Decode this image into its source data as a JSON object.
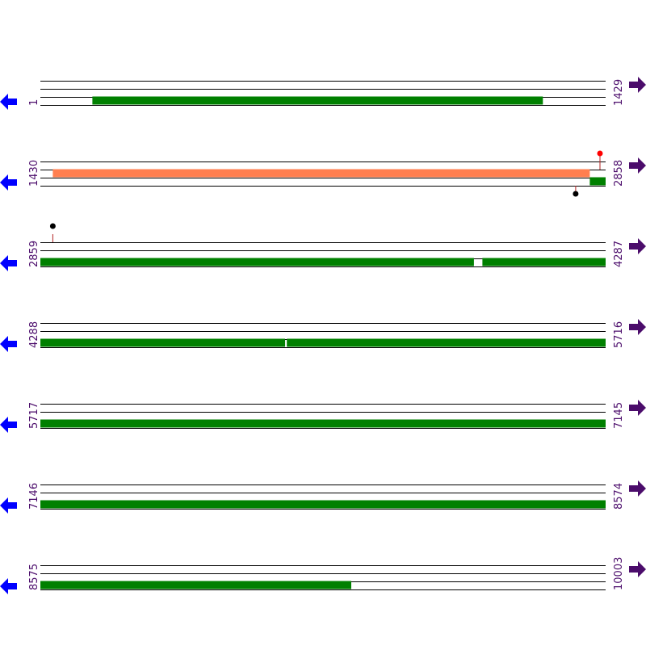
{
  "colors": {
    "track_line": "#000000",
    "feature_green": "#008000",
    "feature_orange": "#ff7f50",
    "arrow_left": "#0000ff",
    "arrow_right": "#4b0c6b",
    "label": "#4b0c6b",
    "lollipop_top": "#ff0000",
    "lollipop_bottom": "#000000",
    "lollipop_stem": "#b22222"
  },
  "rows": [
    {
      "start": "1",
      "end": "1429",
      "features": [
        {
          "track": 2,
          "from": 0.092,
          "to": 0.889,
          "color": "green"
        }
      ],
      "markers": []
    },
    {
      "start": "1430",
      "end": "2858",
      "features": [
        {
          "track": 1,
          "from": 0.022,
          "to": 0.972,
          "color": "orange"
        },
        {
          "track": 2,
          "from": 0.972,
          "to": 1.0,
          "color": "green"
        }
      ],
      "markers": [
        {
          "pos": 0.99,
          "side": "top",
          "color": "red"
        },
        {
          "pos": 0.947,
          "side": "bottom",
          "color": "black"
        }
      ]
    },
    {
      "start": "2859",
      "end": "4287",
      "features": [
        {
          "track": 2,
          "from": 0.0,
          "to": 0.767,
          "color": "green"
        },
        {
          "track": 2,
          "from": 0.782,
          "to": 1.0,
          "color": "green"
        }
      ],
      "markers": [
        {
          "pos": 0.022,
          "side": "top",
          "color": "black"
        }
      ]
    },
    {
      "start": "4288",
      "end": "5716",
      "features": [
        {
          "track": 2,
          "from": 0.0,
          "to": 0.433,
          "color": "green"
        },
        {
          "track": 2,
          "from": 0.436,
          "to": 1.0,
          "color": "green"
        }
      ],
      "markers": []
    },
    {
      "start": "5717",
      "end": "7145",
      "features": [
        {
          "track": 2,
          "from": 0.0,
          "to": 1.0,
          "color": "green"
        }
      ],
      "markers": []
    },
    {
      "start": "7146",
      "end": "8574",
      "features": [
        {
          "track": 2,
          "from": 0.0,
          "to": 1.0,
          "color": "green"
        }
      ],
      "markers": []
    },
    {
      "start": "8575",
      "end": "10003",
      "features": [
        {
          "track": 2,
          "from": 0.0,
          "to": 0.55,
          "color": "green"
        }
      ],
      "markers": []
    }
  ]
}
